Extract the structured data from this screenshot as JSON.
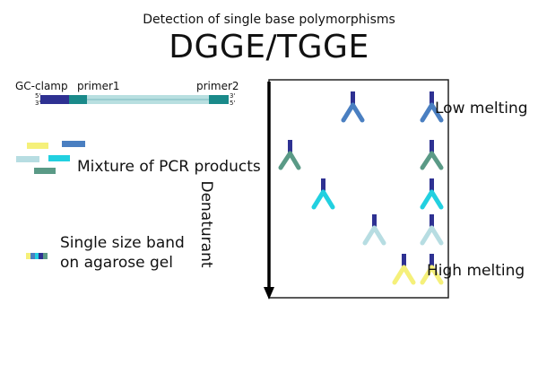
{
  "subtitle": "Detection of single base polymorphisms",
  "title": "DGGE/TGGE",
  "amplicon": {
    "gc_clamp_label": "GC-clamp",
    "primer1_label": "primer1",
    "primer2_label": "primer2",
    "left_top_end": "5'",
    "left_bottom_end": "3'",
    "right_top_end": "3'",
    "right_bottom_end": "5'"
  },
  "mixture_label": "Mixture of PCR products",
  "single_band_label": [
    "Single size band",
    "on agarose gel"
  ],
  "gel": {
    "axis_label": "Denaturant",
    "low_label": "Low melting",
    "high_label": "High melting"
  },
  "colors": {
    "gc_clamp": "#2e3192",
    "primer": "#1a8a8a",
    "amplicon_body": "#b8dfe0",
    "dark_blue": "#2e3192",
    "blue": "#4a7fc1",
    "green": "#5a9a86",
    "cyan": "#22d0e0",
    "light_blue": "#b7dde2",
    "yellow": "#f5f07a"
  },
  "icons": [
    "denaturant-arrow-icon",
    "melted-dna-fork-icon"
  ]
}
